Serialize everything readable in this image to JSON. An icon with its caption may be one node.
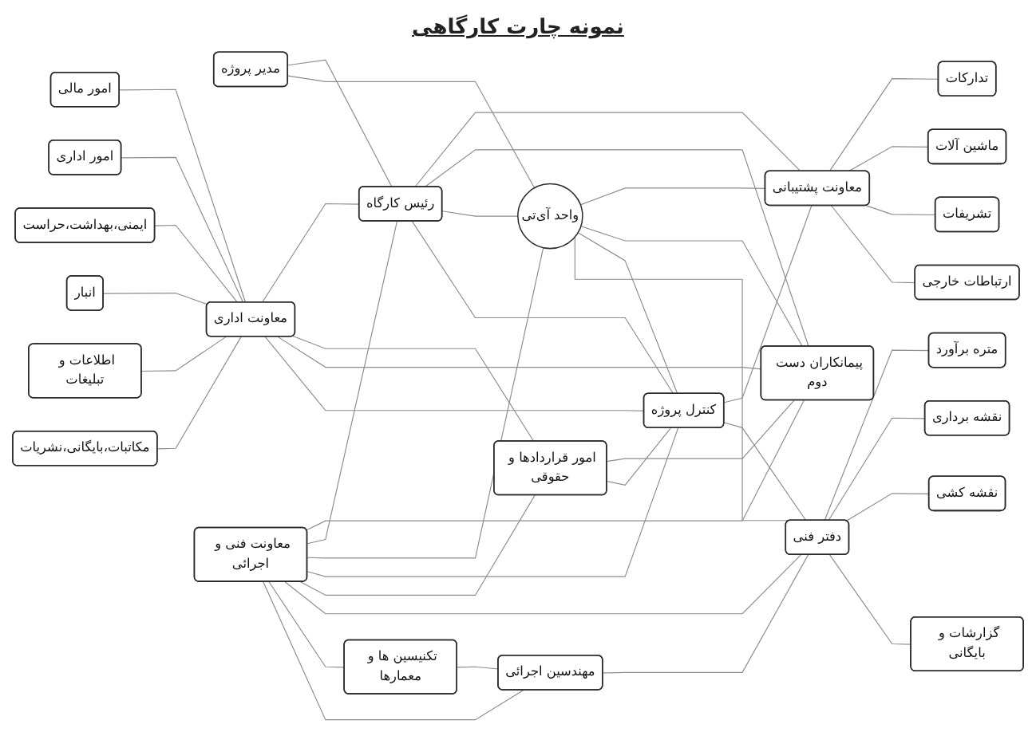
{
  "diagram": {
    "title": "نمونه چارت کارگاهی",
    "nodes": [
      {
        "text": [
          "مدیر پروژه"
        ]
      },
      {
        "text": [
          "معاونت اداری"
        ]
      },
      {
        "text": [
          "رئیس کارگاه"
        ]
      },
      {
        "text": [
          "معاونت پشتیبانی"
        ]
      },
      {
        "text": [
          "پیمانکاران دست دوم"
        ]
      },
      {
        "text": [
          "واحد آی‌تی"
        ]
      },
      {
        "text": [
          "کنترل پروژه"
        ]
      },
      {
        "text": [
          "امور قراردادها و حقوقی"
        ]
      },
      {
        "text": [
          "معاونت فنی و اجرائی"
        ]
      },
      {
        "text": [
          "دفتر فنی"
        ]
      },
      {
        "text": [
          "تکنیسین ها و معمارها"
        ]
      },
      {
        "text": [
          "مهندسین اجرائی"
        ]
      },
      {
        "text": [
          "امور مالی"
        ]
      },
      {
        "text": [
          "امور اداری"
        ]
      },
      {
        "text": [
          "ایمنی،بهداشت،حراست"
        ]
      },
      {
        "text": [
          "انبار"
        ]
      },
      {
        "text": [
          "اطلاعات و تبلیغات"
        ]
      },
      {
        "text": [
          "مکاتبات،بایگانی،نشریات"
        ]
      },
      {
        "text": [
          "تدارکات"
        ]
      },
      {
        "text": [
          "ماشین آلات"
        ]
      },
      {
        "text": [
          "تشریفات"
        ]
      },
      {
        "text": [
          "ارتباطات خارجی"
        ]
      },
      {
        "text": [
          "متره برآورد"
        ]
      },
      {
        "text": [
          "نقشه برداری"
        ]
      },
      {
        "text": [
          "نقشه کشی"
        ]
      },
      {
        "text": [
          "گزارشات و بایگانی"
        ]
      }
    ],
    "edges": [
      {
        "from": 0,
        "to": 2,
        "arrow": "none"
      },
      {
        "from": 0,
        "to": 5,
        "arrow": "none"
      },
      {
        "from": 1,
        "to": 2,
        "arrow": "none"
      },
      {
        "from": 2,
        "to": 3,
        "arrow": "none"
      },
      {
        "from": 12,
        "to": 1,
        "arrow": "none"
      },
      {
        "from": 13,
        "to": 1,
        "arrow": "none"
      },
      {
        "from": 14,
        "to": 1,
        "arrow": "none"
      },
      {
        "from": 15,
        "to": 1,
        "arrow": "none"
      },
      {
        "from": 16,
        "to": 1,
        "arrow": "none"
      },
      {
        "from": 17,
        "to": 1,
        "arrow": "none"
      },
      {
        "from": 3,
        "to": 18,
        "arrow": "none"
      },
      {
        "from": 3,
        "to": 19,
        "arrow": "none"
      },
      {
        "from": 3,
        "to": 20,
        "arrow": "none"
      },
      {
        "from": 3,
        "to": 21,
        "arrow": "none"
      },
      {
        "from": 1,
        "to": 7,
        "arrow": "none"
      },
      {
        "from": 1,
        "to": 4,
        "arrow": "none"
      },
      {
        "from": 7,
        "to": 4,
        "arrow": "none"
      },
      {
        "from": 2,
        "to": 4,
        "arrow": "none"
      },
      {
        "from": 8,
        "to": 4,
        "arrow": "none"
      },
      {
        "from": 8,
        "to": 2,
        "arrow": "none"
      },
      {
        "from": 2,
        "to": 5,
        "arrow": "none"
      },
      {
        "from": 5,
        "to": 3,
        "arrow": "none"
      },
      {
        "from": 5,
        "to": 4,
        "arrow": "none"
      },
      {
        "from": 5,
        "to": 6,
        "arrow": "none"
      },
      {
        "from": 8,
        "to": 5,
        "arrow": "none"
      },
      {
        "from": 5,
        "to": 9,
        "arrow": "none"
      },
      {
        "from": 1,
        "to": 6,
        "arrow": "none"
      },
      {
        "from": 2,
        "to": 6,
        "arrow": "none"
      },
      {
        "from": 7,
        "to": 6,
        "arrow": "none"
      },
      {
        "from": 8,
        "to": 6,
        "arrow": "none"
      },
      {
        "from": 6,
        "to": 3,
        "arrow": "none"
      },
      {
        "from": 6,
        "to": 9,
        "arrow": "none"
      },
      {
        "from": 8,
        "to": 7,
        "arrow": "none"
      },
      {
        "from": 8,
        "to": 9,
        "arrow": "none"
      },
      {
        "from": 9,
        "to": 22,
        "arrow": "none"
      },
      {
        "from": 9,
        "to": 23,
        "arrow": "none"
      },
      {
        "from": 9,
        "to": 24,
        "arrow": "none"
      },
      {
        "from": 9,
        "to": 25,
        "arrow": "none"
      },
      {
        "from": 8,
        "to": 10,
        "arrow": "none"
      },
      {
        "from": 8,
        "to": 11,
        "arrow": "none"
      },
      {
        "from": 10,
        "to": 11,
        "arrow": "none"
      },
      {
        "from": 11,
        "to": 9,
        "arrow": "none"
      }
    ]
  }
}
